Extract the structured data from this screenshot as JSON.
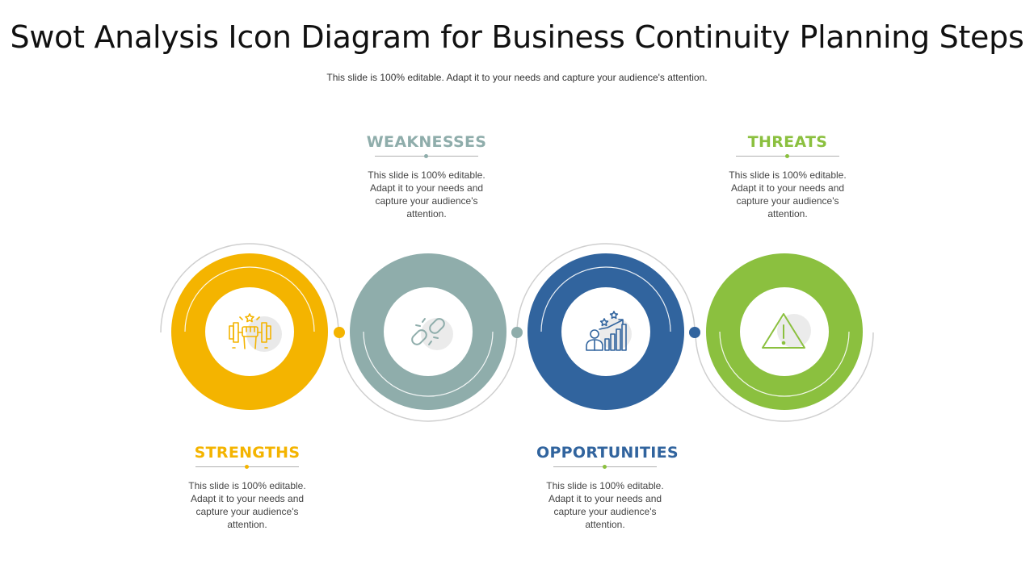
{
  "title": "Swot Analysis Icon Diagram for Business Continuity Planning Steps",
  "subtitle": "This slide is 100% editable. Adapt it to your needs and capture your audience's attention.",
  "colors": {
    "strengths": "#F4B400",
    "weaknesses": "#8FADAB",
    "opportunities": "#31649E",
    "threats": "#8BC03F",
    "connector_dot_light": "#8BC03F"
  },
  "items": [
    {
      "heading": "STRENGTHS",
      "description": "This slide is 100% editable. Adapt it to your needs and capture your audience's attention.",
      "icon": "strength-dumbbell-fist-icon"
    },
    {
      "heading": "WEAKNESSES",
      "description": "This slide is 100% editable. Adapt it to your needs and capture your audience's attention.",
      "icon": "broken-link-icon"
    },
    {
      "heading": "OPPORTUNITIES",
      "description": "This slide is 100% editable. Adapt it to your needs and capture your audience's attention.",
      "icon": "growth-chart-person-icon"
    },
    {
      "heading": "THREATS",
      "description": "This slide is 100% editable. Adapt it to your needs and capture your audience's attention.",
      "icon": "warning-triangle-icon"
    }
  ]
}
